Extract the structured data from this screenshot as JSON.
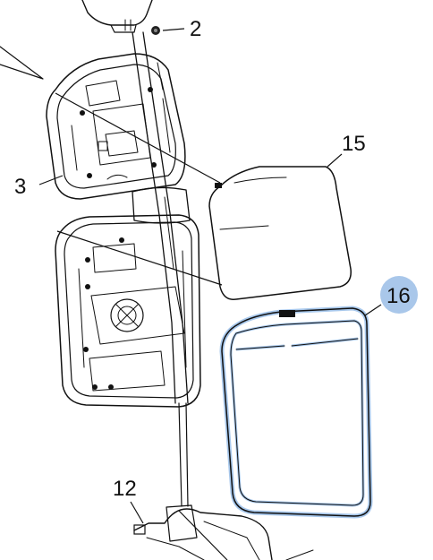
{
  "callouts": [
    {
      "id": "2",
      "text": "2"
    },
    {
      "id": "3",
      "text": "3"
    },
    {
      "id": "15",
      "text": "15"
    },
    {
      "id": "16",
      "text": "16",
      "highlighted": true
    },
    {
      "id": "12",
      "text": "12"
    }
  ],
  "colors": {
    "line": "#111111",
    "highlight_stroke": "#a8c8ec",
    "badge_fill": "#a9c7ea",
    "background": "#ffffff"
  }
}
